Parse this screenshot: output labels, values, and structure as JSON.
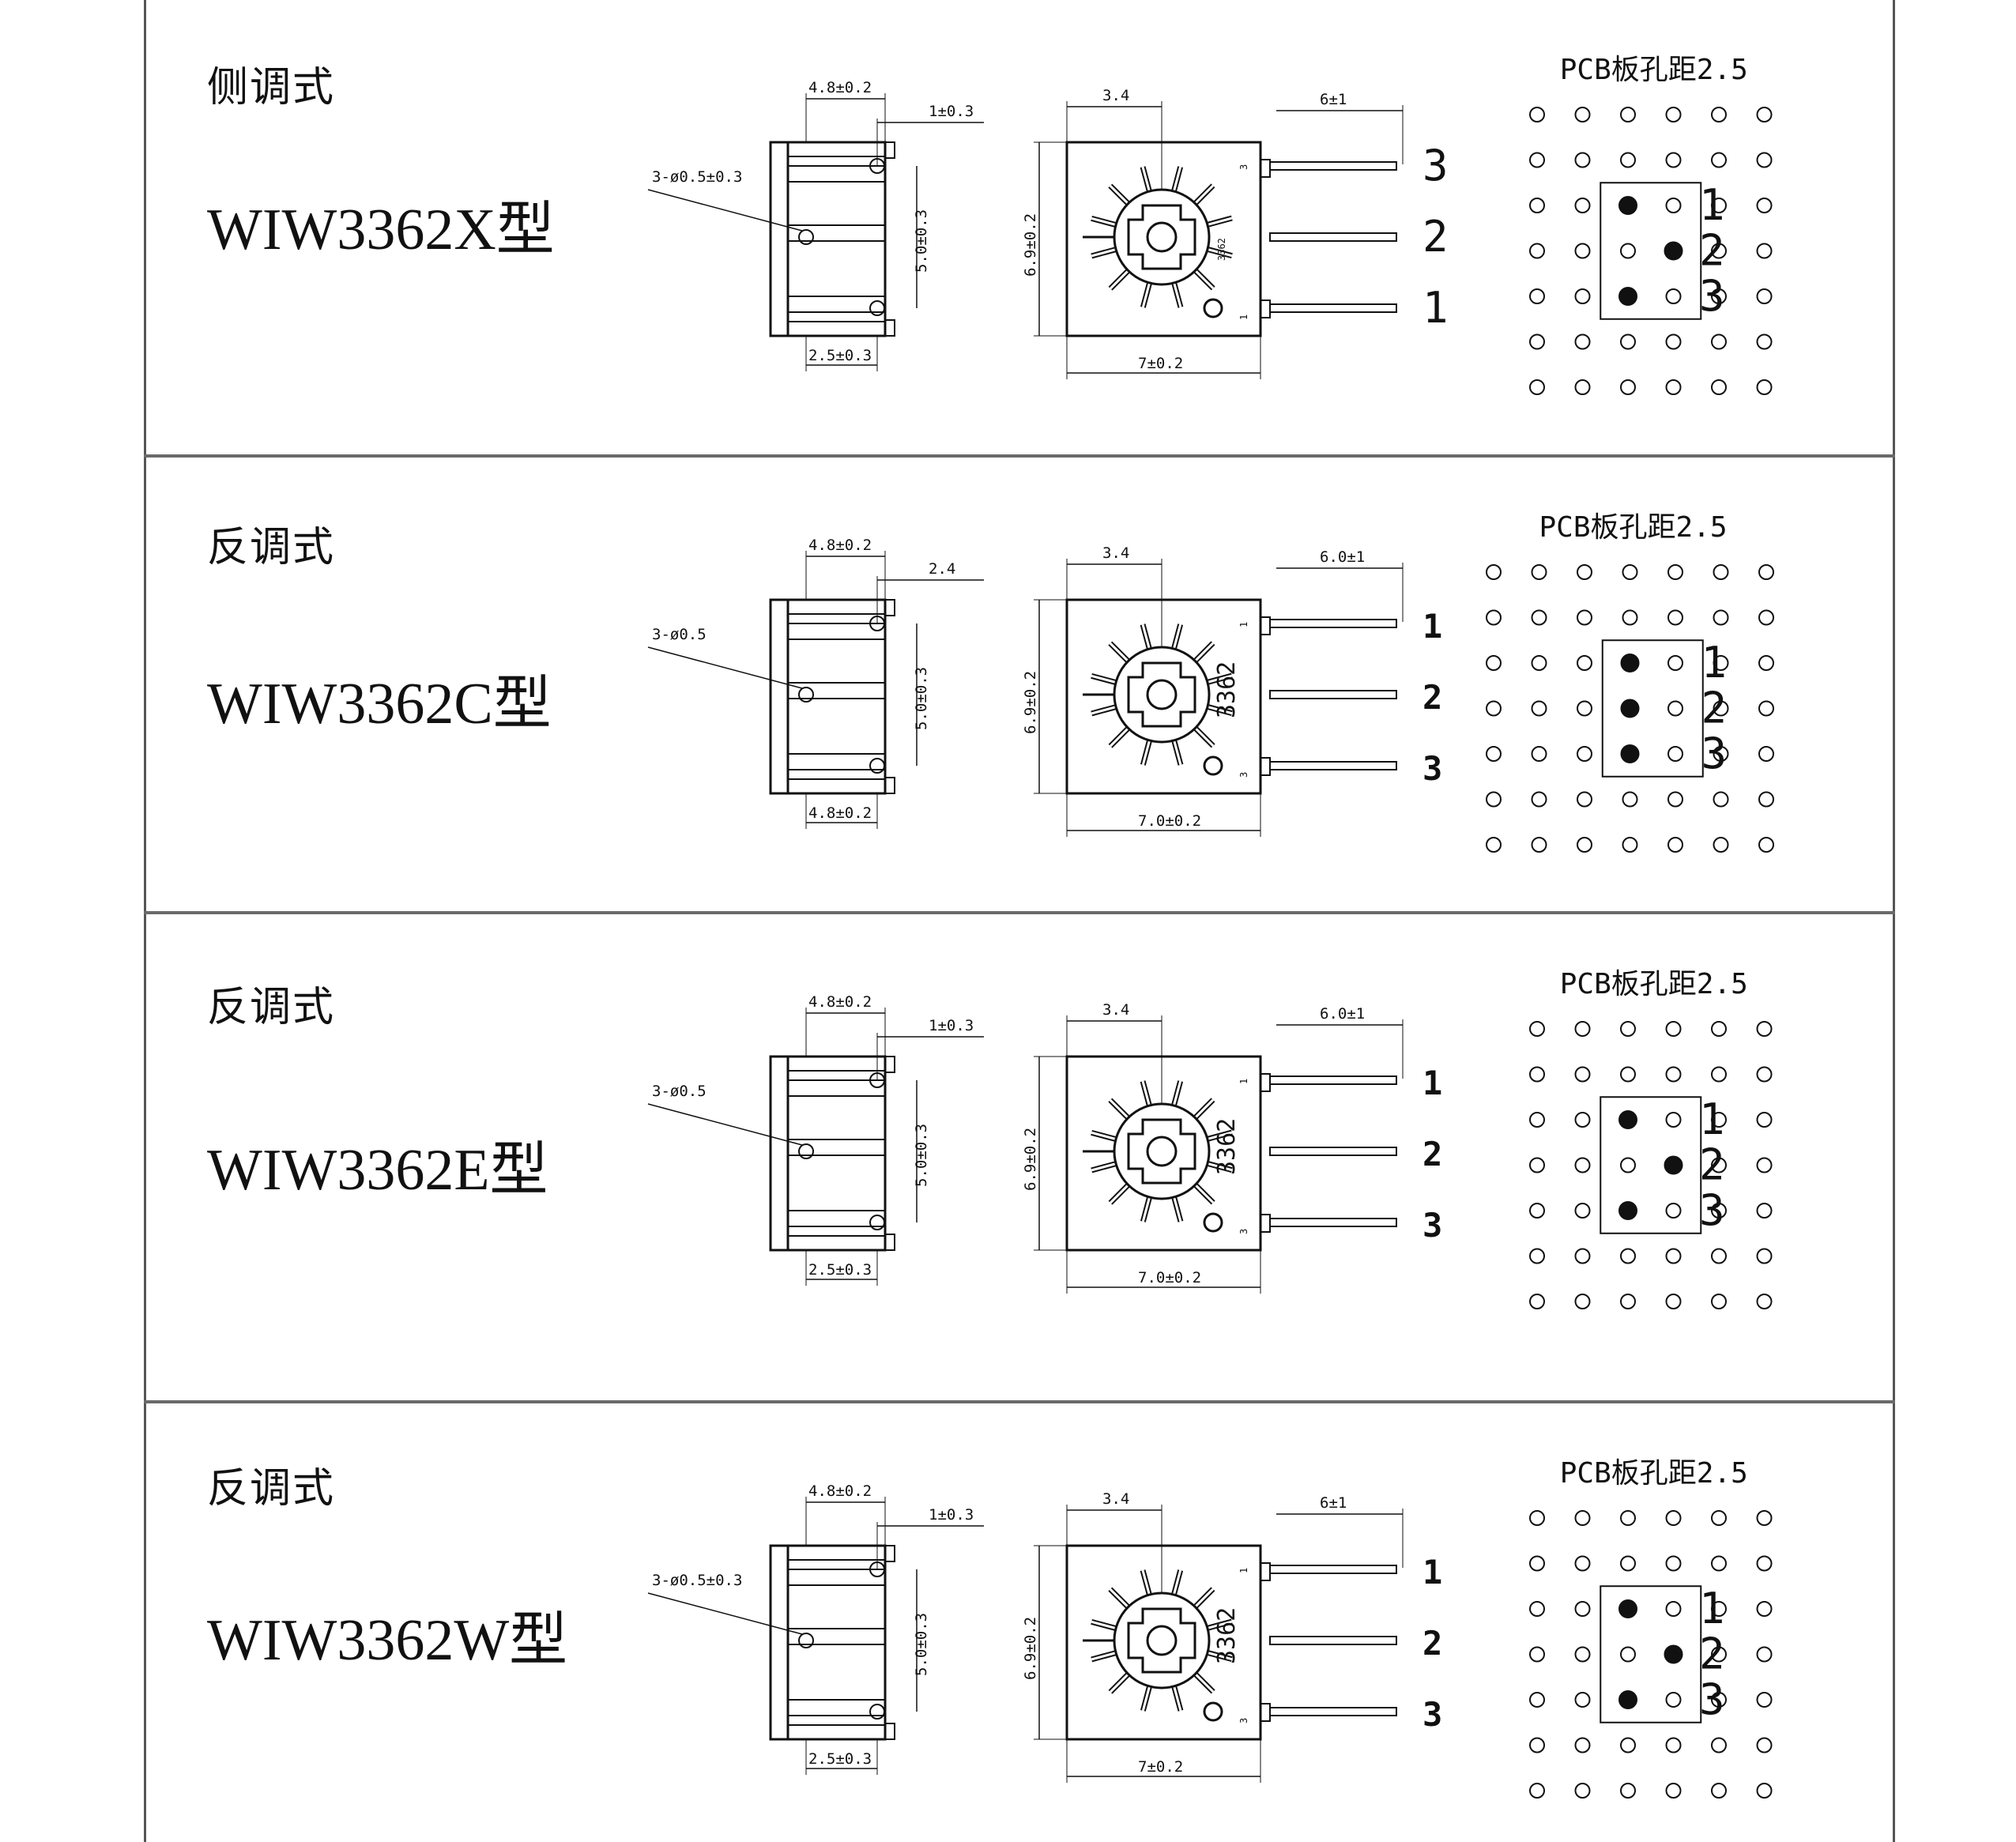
{
  "sections": [
    {
      "mount_type": "侧调式",
      "model": "WIW3362X型",
      "side_view": {
        "width_dim": "4.8±0.2",
        "offset_dim": "1±0.3",
        "hole_label": "3-ø0.5±0.3",
        "height_dim": "5.0±0.3",
        "pitch_dim": "2.5±0.3"
      },
      "front_view": {
        "shaft_dim": "3.4",
        "lead_dim": "6±1",
        "height_dim": "6.9±0.2",
        "width_dim": "7±0.2",
        "marking": "3362",
        "pin_top": "3",
        "pin_mid": "2",
        "pin_bottom": "1",
        "mark_top": "3",
        "mark_bottom": "1"
      },
      "pcb": {
        "title": "PCB板孔距2.5",
        "pin1": "1",
        "pin2": "2",
        "pin3": "3"
      }
    },
    {
      "mount_type": "反调式",
      "model": "WIW3362C型",
      "side_view": {
        "width_dim": "4.8±0.2",
        "offset_dim": "2.4",
        "hole_label": "3-ø0.5",
        "height_dim": "5.0±0.3",
        "pitch_dim": "4.8±0.2"
      },
      "front_view": {
        "shaft_dim": "3.4",
        "lead_dim": "6.0±1",
        "height_dim": "6.9±0.2",
        "width_dim": "7.0±0.2",
        "marking": "3362",
        "pin_top": "1",
        "pin_mid": "2",
        "pin_bottom": "3",
        "mark_top": "1",
        "mark_bottom": "3"
      },
      "pcb": {
        "title": "PCB板孔距2.5",
        "pin1": "1",
        "pin2": "2",
        "pin3": "3"
      }
    },
    {
      "mount_type": "反调式",
      "model": "WIW3362E型",
      "side_view": {
        "width_dim": "4.8±0.2",
        "offset_dim": "1±0.3",
        "hole_label": "3-ø0.5",
        "height_dim": "5.0±0.3",
        "pitch_dim": "2.5±0.3"
      },
      "front_view": {
        "shaft_dim": "3.4",
        "lead_dim": "6.0±1",
        "height_dim": "6.9±0.2",
        "width_dim": "7.0±0.2",
        "marking": "3362",
        "pin_top": "1",
        "pin_mid": "2",
        "pin_bottom": "3",
        "mark_top": "1",
        "mark_bottom": "3"
      },
      "pcb": {
        "title": "PCB板孔距2.5",
        "pin1": "1",
        "pin2": "2",
        "pin3": "3"
      }
    },
    {
      "mount_type": "反调式",
      "model": "WIW3362W型",
      "side_view": {
        "width_dim": "4.8±0.2",
        "offset_dim": "1±0.3",
        "hole_label": "3-ø0.5±0.3",
        "height_dim": "5.0±0.3",
        "pitch_dim": "2.5±0.3"
      },
      "front_view": {
        "shaft_dim": "3.4",
        "lead_dim": "6±1",
        "height_dim": "6.9±0.2",
        "width_dim": "7±0.2",
        "marking": "3362",
        "pin_top": "1",
        "pin_mid": "2",
        "pin_bottom": "3",
        "mark_top": "1",
        "mark_bottom": "3"
      },
      "pcb": {
        "title": "PCB板孔距2.5",
        "pin1": "1",
        "pin2": "2",
        "pin3": "3"
      }
    }
  ]
}
